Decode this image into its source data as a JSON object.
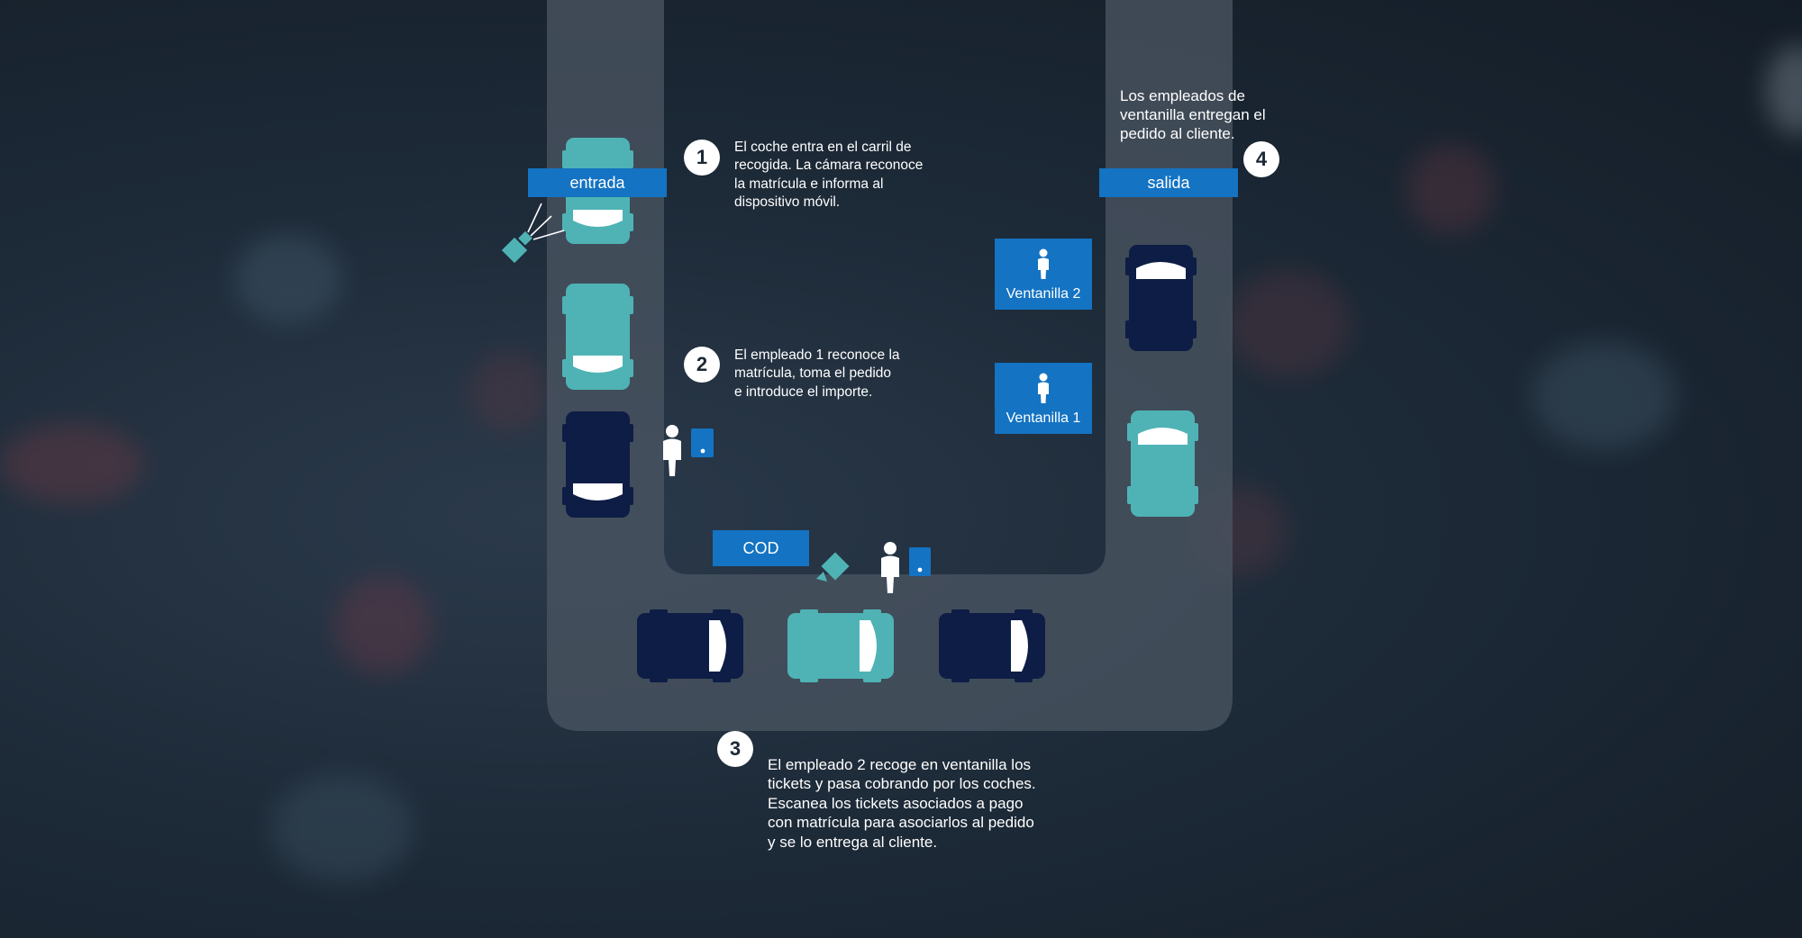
{
  "labels": {
    "entry": "entrada",
    "exit": "salida",
    "cod": "COD"
  },
  "windows": [
    {
      "label": "Ventanilla 2"
    },
    {
      "label": "Ventanilla 1"
    }
  ],
  "steps": [
    {
      "number": "1",
      "lines": [
        "El coche entra en el carril de",
        "recogida. La cámara reconoce",
        "la matrícula e informa al",
        "dispositivo móvil."
      ]
    },
    {
      "number": "2",
      "lines": [
        "El empleado 1 reconoce la",
        "matrícula, toma el pedido",
        "e introduce el importe."
      ]
    },
    {
      "number": "3",
      "lines": [
        "El empleado 2 recoge en ventanilla los",
        "tickets y pasa cobrando por los coches.",
        "Escanea los tickets asociados a pago",
        "con matrícula para asociarlos al pedido",
        "y se lo entrega al cliente."
      ]
    },
    {
      "number": "4",
      "lines": [
        "Los empleados de",
        "ventanilla entregan el",
        "pedido al cliente."
      ]
    }
  ],
  "colors": {
    "background": "#1c2836",
    "lane": "#4a5562",
    "label_blue": "#1473c2",
    "car_teal": "#4fb3b5",
    "car_navy": "#0d1d45",
    "windshield": "#ffffff"
  },
  "icons": [
    "camera-icon",
    "person-icon",
    "mobile-device-icon",
    "car-icon"
  ]
}
